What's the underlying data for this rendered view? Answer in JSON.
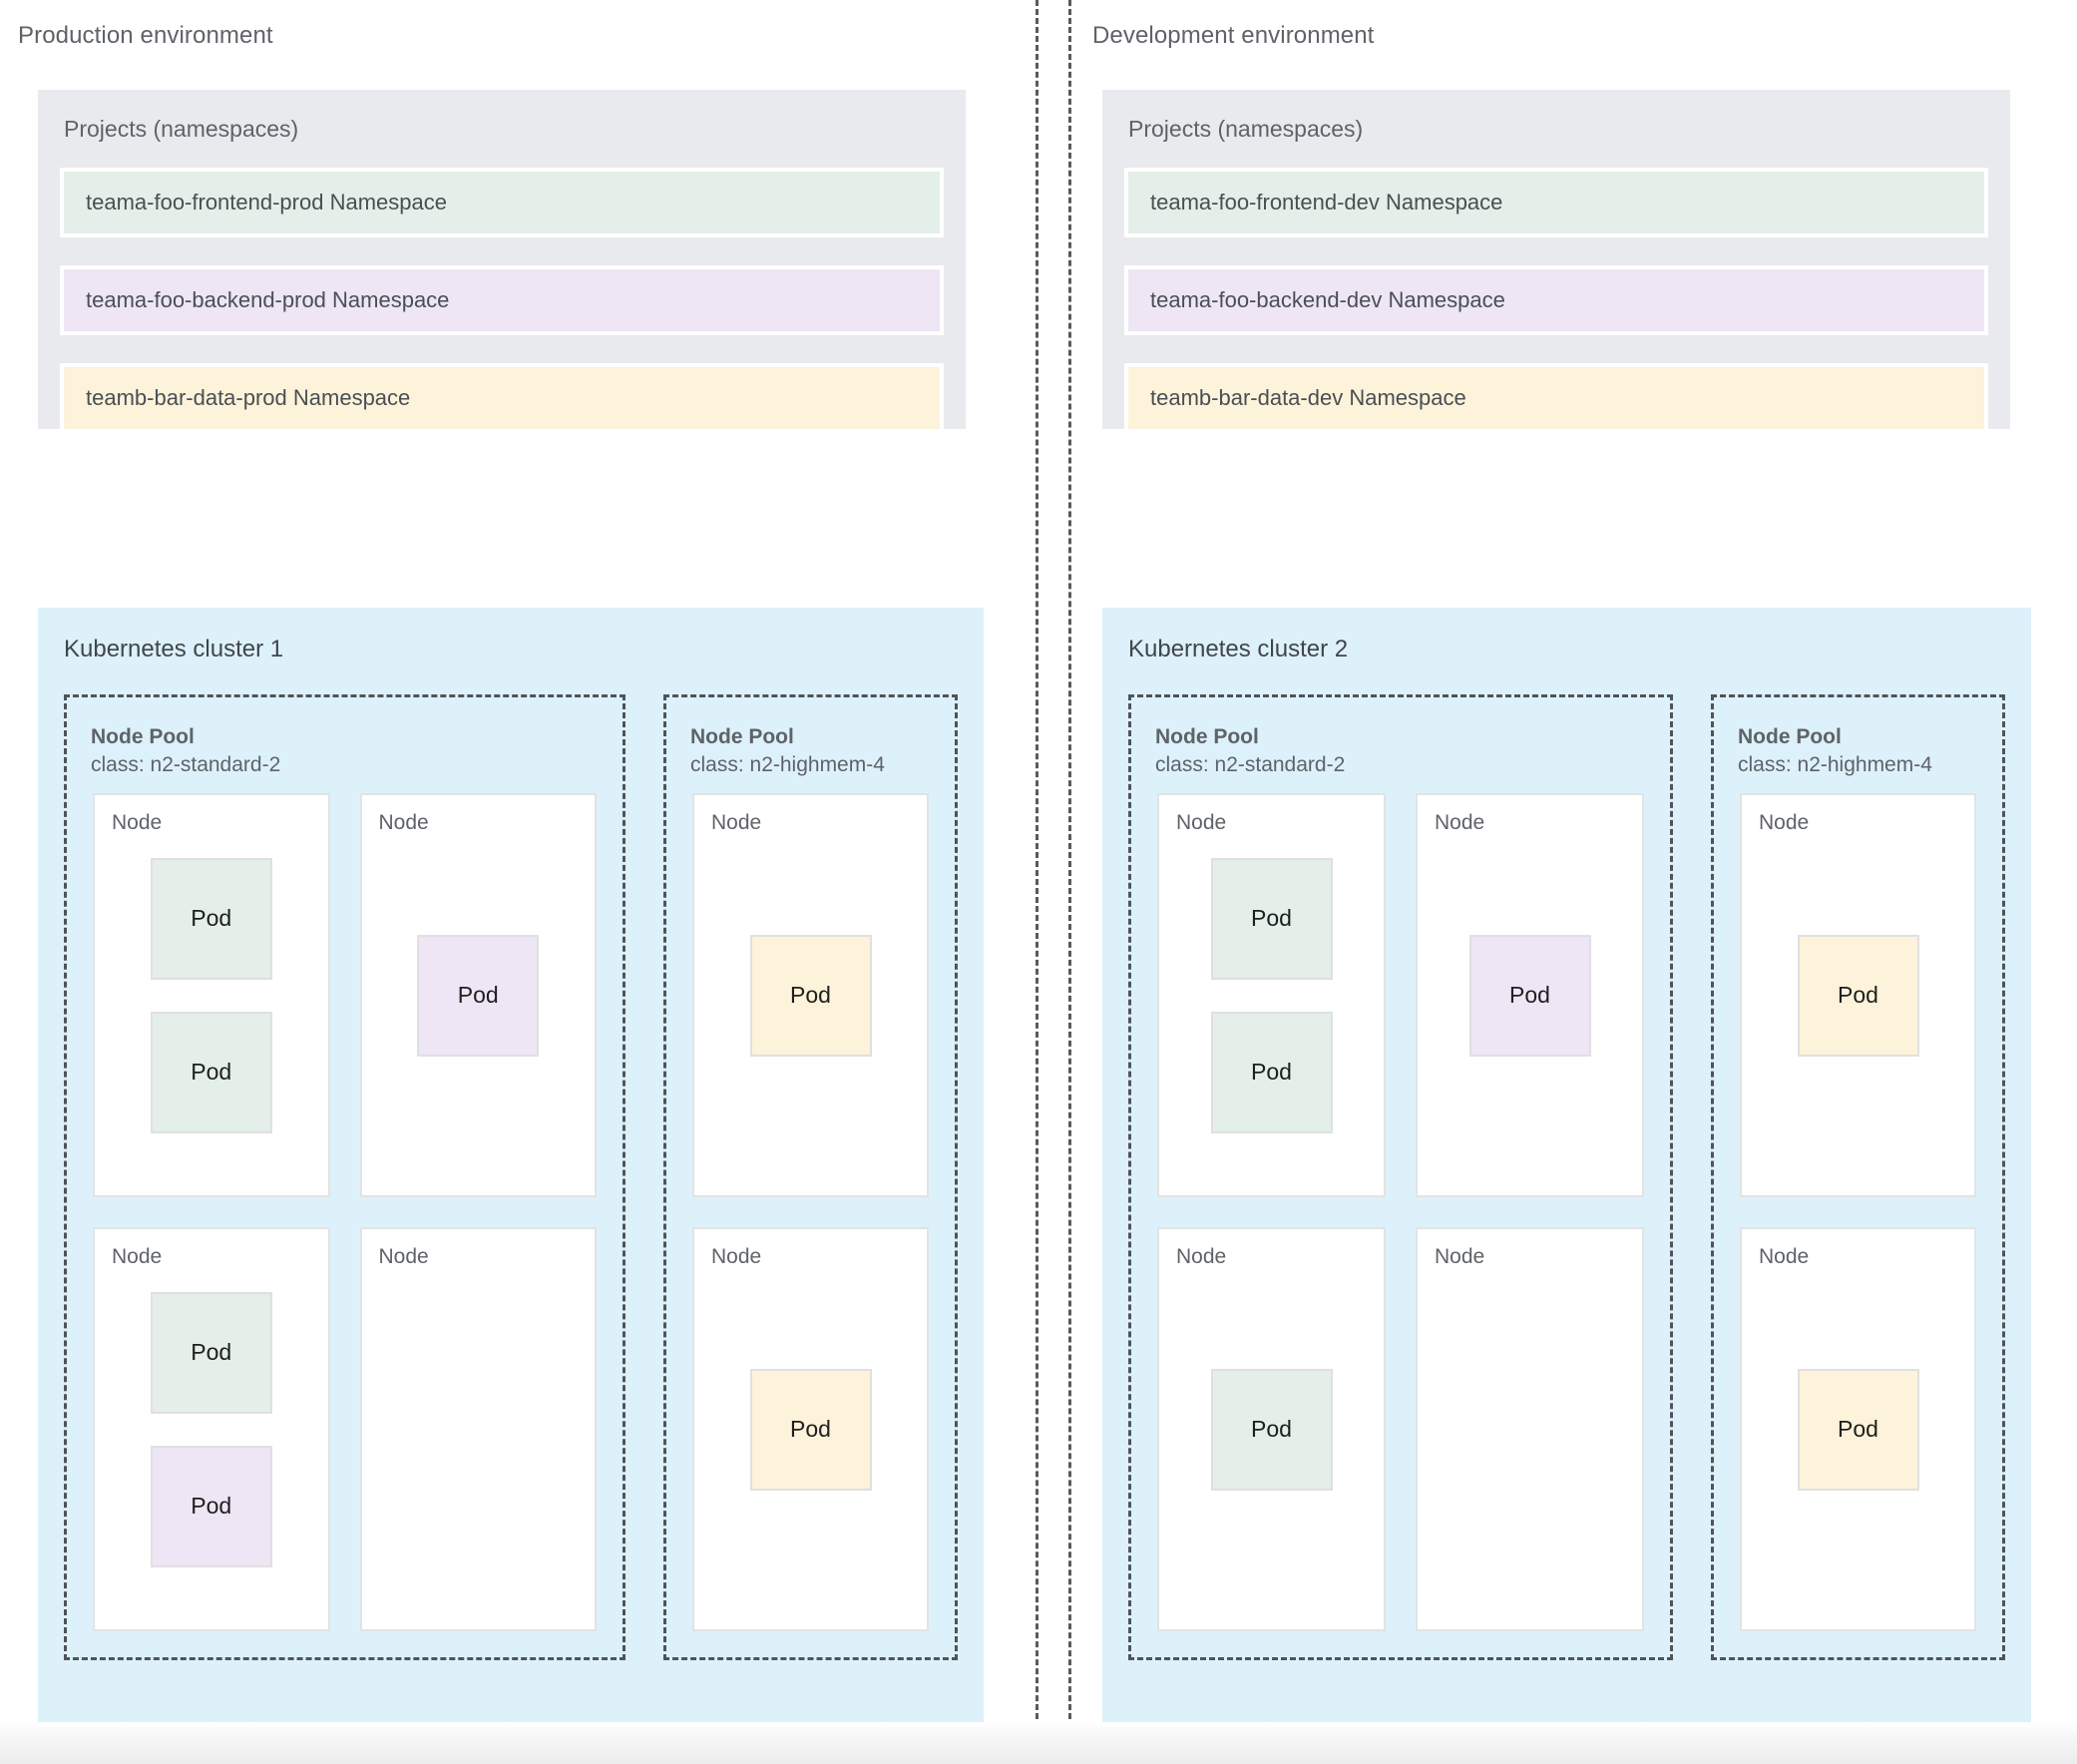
{
  "environments": [
    {
      "title": "Production environment",
      "projects": {
        "title": "Projects (namespaces)",
        "namespaces": [
          {
            "label": "teama-foo-frontend-prod Namespace",
            "color_name": "green",
            "color": "#e3efe8"
          },
          {
            "label": "teama-foo-backend-prod Namespace",
            "color_name": "purple",
            "color": "#eee6f4"
          },
          {
            "label": "teamb-bar-data-prod Namespace",
            "color_name": "yellow",
            "color": "#fdf3da"
          }
        ]
      },
      "cluster": {
        "title": "Kubernetes cluster 1",
        "node_pools": [
          {
            "name": "Node Pool",
            "class": "class: n2-standard-2",
            "node_rows": [
              [
                {
                  "label": "Node",
                  "pods": [
                    {
                      "label": "Pod",
                      "color_name": "green"
                    },
                    {
                      "label": "Pod",
                      "color_name": "green"
                    }
                  ]
                },
                {
                  "label": "Node",
                  "pods": [
                    {
                      "label": "Pod",
                      "color_name": "purple"
                    }
                  ]
                }
              ],
              [
                {
                  "label": "Node",
                  "pods": [
                    {
                      "label": "Pod",
                      "color_name": "green"
                    },
                    {
                      "label": "Pod",
                      "color_name": "purple"
                    }
                  ]
                },
                {
                  "label": "Node",
                  "pods": []
                }
              ]
            ]
          },
          {
            "name": "Node Pool",
            "class": "class: n2-highmem-4",
            "node_rows": [
              [
                {
                  "label": "Node",
                  "pods": [
                    {
                      "label": "Pod",
                      "color_name": "yellow"
                    }
                  ]
                }
              ],
              [
                {
                  "label": "Node",
                  "pods": [
                    {
                      "label": "Pod",
                      "color_name": "yellow"
                    }
                  ]
                }
              ]
            ]
          }
        ]
      }
    },
    {
      "title": "Development environment",
      "projects": {
        "title": "Projects (namespaces)",
        "namespaces": [
          {
            "label": "teama-foo-frontend-dev Namespace",
            "color_name": "green",
            "color": "#e3efe8"
          },
          {
            "label": "teama-foo-backend-dev Namespace",
            "color_name": "purple",
            "color": "#eee6f4"
          },
          {
            "label": "teamb-bar-data-dev Namespace",
            "color_name": "yellow",
            "color": "#fdf3da"
          }
        ]
      },
      "cluster": {
        "title": "Kubernetes cluster 2",
        "node_pools": [
          {
            "name": "Node Pool",
            "class": "class: n2-standard-2",
            "node_rows": [
              [
                {
                  "label": "Node",
                  "pods": [
                    {
                      "label": "Pod",
                      "color_name": "green"
                    },
                    {
                      "label": "Pod",
                      "color_name": "green"
                    }
                  ]
                },
                {
                  "label": "Node",
                  "pods": [
                    {
                      "label": "Pod",
                      "color_name": "purple"
                    }
                  ]
                }
              ],
              [
                {
                  "label": "Node",
                  "pods": [
                    {
                      "label": "Pod",
                      "color_name": "green"
                    }
                  ]
                },
                {
                  "label": "Node",
                  "pods": []
                }
              ]
            ]
          },
          {
            "name": "Node Pool",
            "class": "class: n2-highmem-4",
            "node_rows": [
              [
                {
                  "label": "Node",
                  "pods": [
                    {
                      "label": "Pod",
                      "color_name": "yellow"
                    }
                  ]
                }
              ],
              [
                {
                  "label": "Node",
                  "pods": [
                    {
                      "label": "Pod",
                      "color_name": "yellow"
                    }
                  ]
                }
              ]
            ]
          }
        ]
      }
    }
  ],
  "palette": {
    "green": "#e3efe8",
    "purple": "#eee6f4",
    "yellow": "#fdf3da",
    "cluster_bg": "#ddf1fb",
    "projects_bg": "#e8eaed",
    "text": "#5f6368",
    "divider": "#555a5e"
  }
}
